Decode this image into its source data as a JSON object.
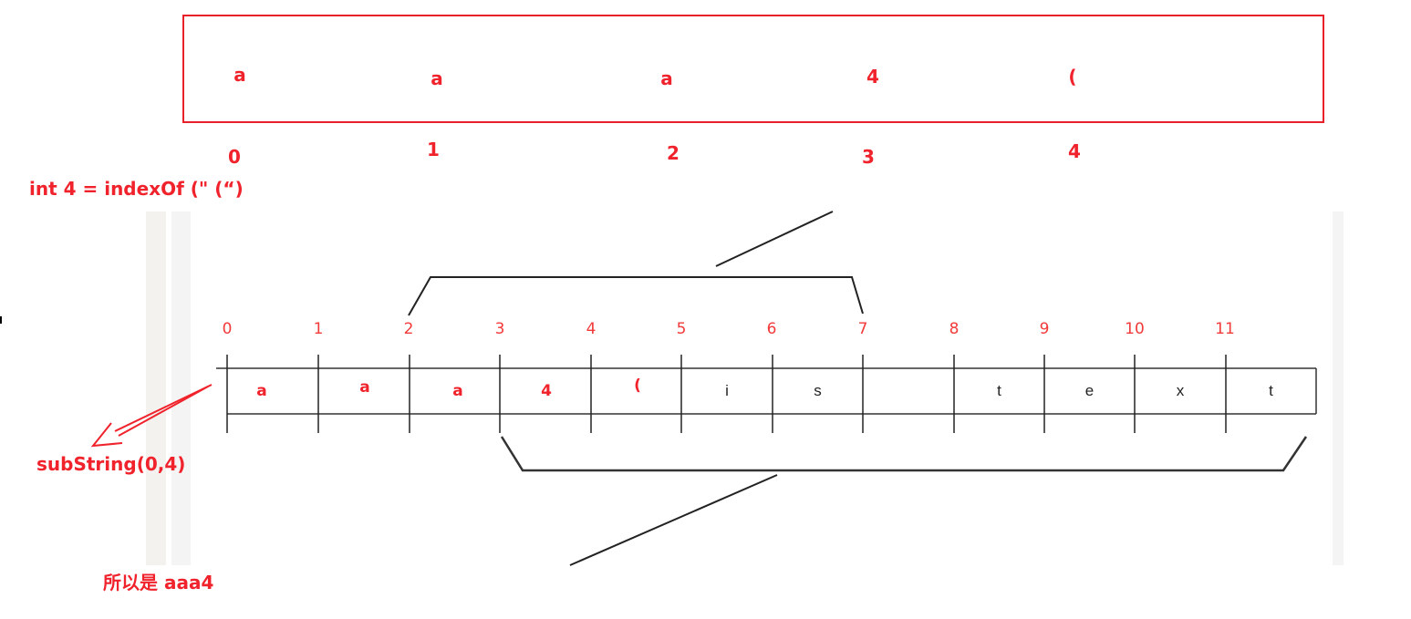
{
  "top_array": {
    "chars": [
      "a",
      "a",
      "a",
      "4",
      "("
    ],
    "indices": [
      "0",
      "1",
      "2",
      "3",
      "4"
    ]
  },
  "annotations": {
    "indexof": "int  4 =  indexOf (\" (“)",
    "substring": "subString(0,4)",
    "result": "所以是 aaa4"
  },
  "string_diagram": {
    "indices": [
      "0",
      "1",
      "2",
      "3",
      "4",
      "5",
      "6",
      "7",
      "8",
      "9",
      "10",
      "11"
    ],
    "cells": [
      {
        "char": "a",
        "style": "red"
      },
      {
        "char": "a",
        "style": "red"
      },
      {
        "char": "a",
        "style": "red"
      },
      {
        "char": "4",
        "style": "red"
      },
      {
        "char": "(",
        "style": "red"
      },
      {
        "char": "i",
        "style": "black"
      },
      {
        "char": "s",
        "style": "black"
      },
      {
        "char": "",
        "style": "black"
      },
      {
        "char": "t",
        "style": "black"
      },
      {
        "char": "e",
        "style": "black"
      },
      {
        "char": "x",
        "style": "black"
      },
      {
        "char": "t",
        "style": "black"
      }
    ]
  },
  "colors": {
    "accent_red": "#f0222b",
    "line": "#222222",
    "gray_panel": "#f3f2f0"
  }
}
